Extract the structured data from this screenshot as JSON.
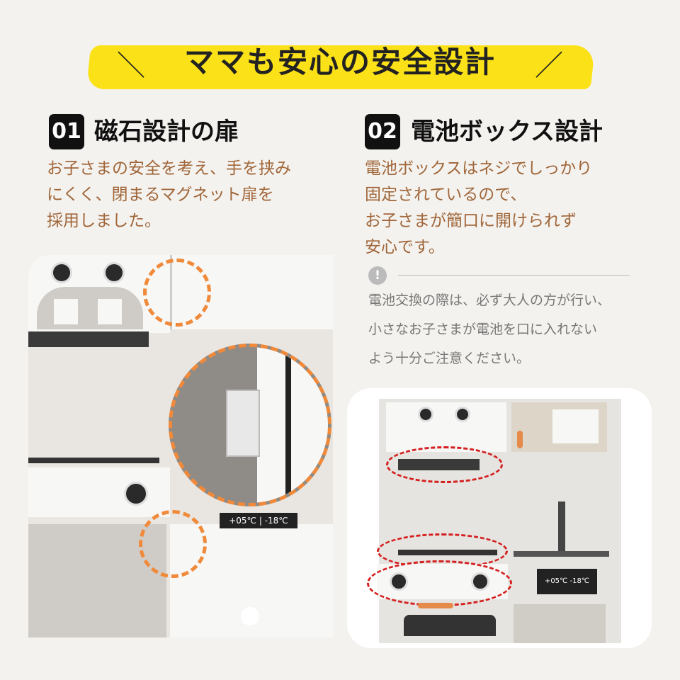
{
  "header": {
    "title": "ママも安心の安全設計"
  },
  "feature1": {
    "number": "01",
    "title": "磁石設計の扉",
    "lines": [
      "お子さまの安全を考え、手を挟み",
      "にくく、閉まるマグネット扉を",
      "採用しました。"
    ]
  },
  "feature2": {
    "number": "02",
    "title": "電池ボックス設計",
    "lines": [
      "電池ボックスはネジでしっかり",
      "固定されているので、",
      "お子さまが簡口に開けられず",
      "安心です。"
    ],
    "note_icon": "exclamation-icon",
    "note_lines": [
      "電池交換の際は、必ず大人の方が行い、",
      "小さなお子さまが電池を口に入れない",
      "よう十分ご注意ください。"
    ]
  },
  "product": {
    "temp_fridge": "+05℃",
    "temp_freezer": "-18℃"
  },
  "colors": {
    "accent_yellow": "#fbe117",
    "accent_orange": "#f08a3a",
    "body_brown": "#a0663a",
    "dash_red": "#d42020"
  }
}
